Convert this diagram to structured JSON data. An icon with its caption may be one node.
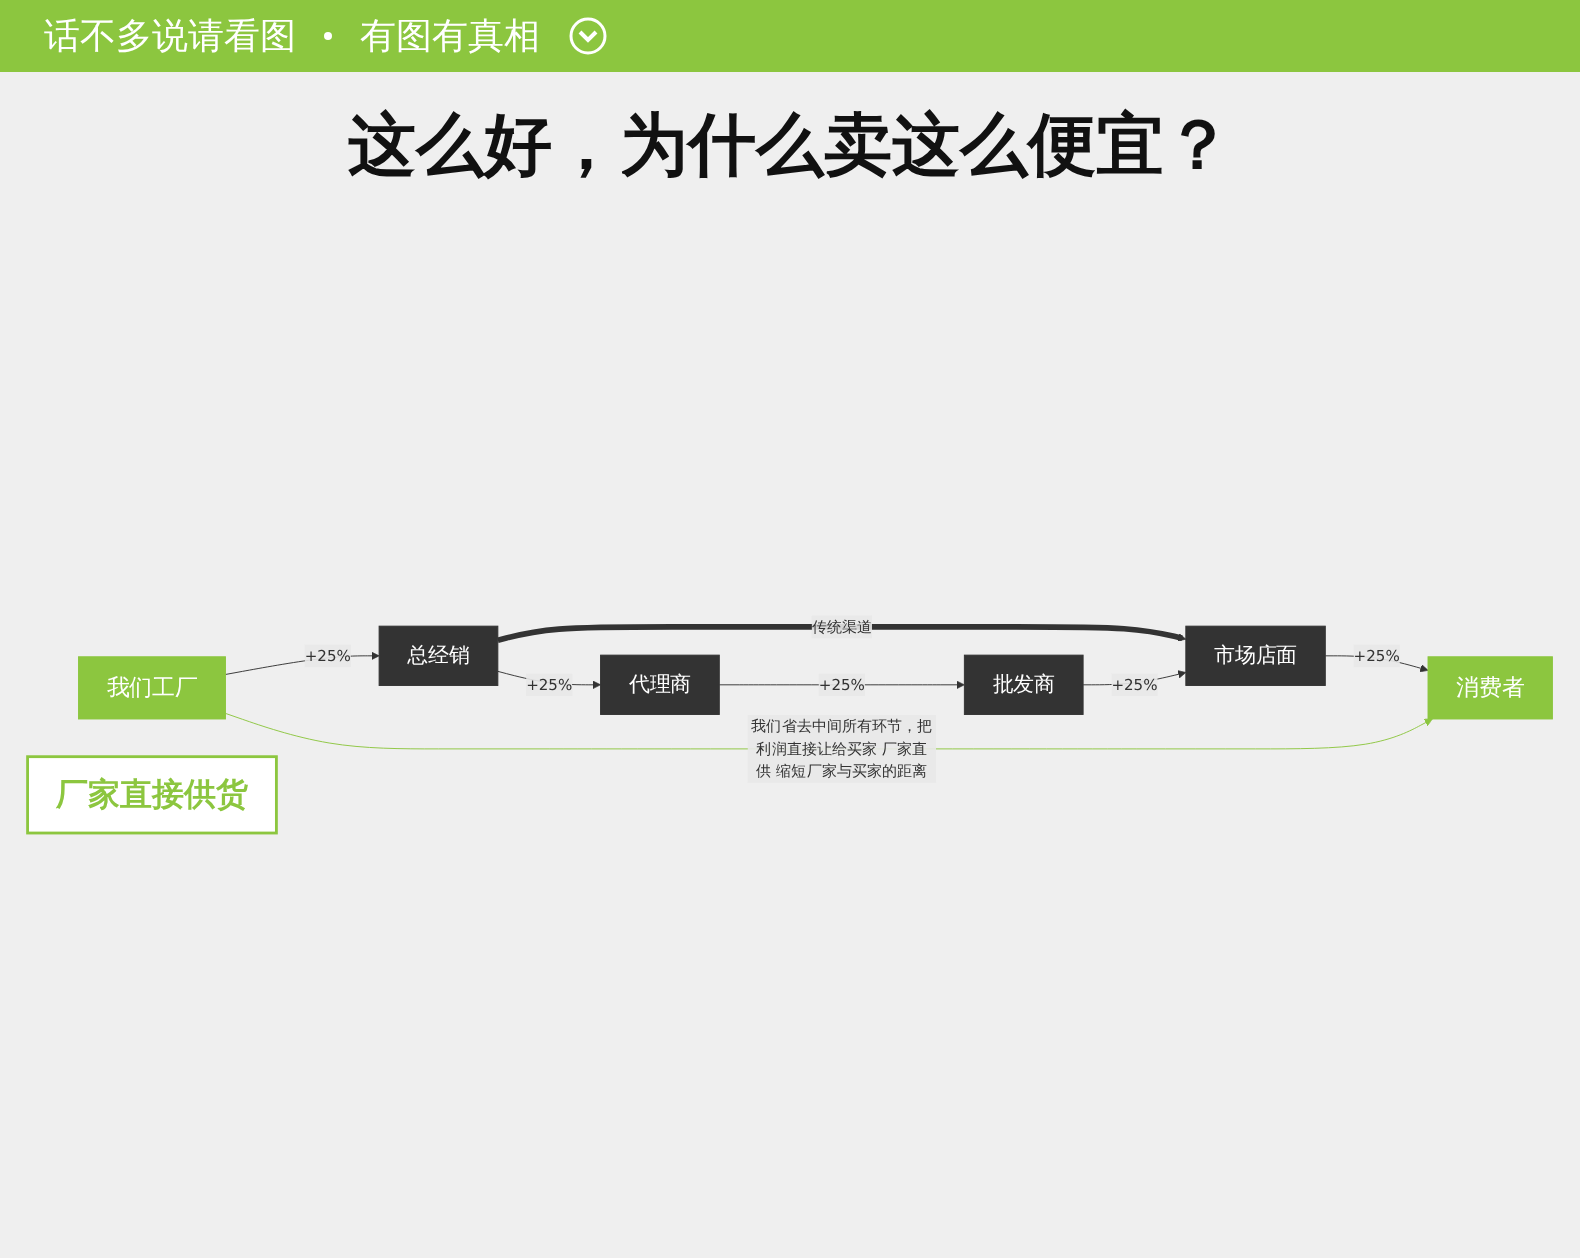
{
  "diagram": {
    "title": "这么好，为什么卖这么便宜？",
    "nodes": [
      {
        "text": [
          "总经销"
        ]
      },
      {
        "text": [
          "代理商"
        ]
      },
      {
        "text": [
          "批发商"
        ]
      },
      {
        "text": [
          "市场店面"
        ]
      },
      {
        "text": [
          "我们工厂"
        ]
      },
      {
        "text": [
          "消费者"
        ]
      },
      {
        "text": [
          "厂家直接供货"
        ]
      }
    ],
    "edges": [
      {
        "from": 0,
        "to": 3,
        "arrow": "to",
        "label": "传统渠道",
        "style": "thick"
      },
      {
        "from": 0,
        "to": 1,
        "arrow": "to",
        "label": "+25%"
      },
      {
        "from": 1,
        "to": 2,
        "arrow": "to",
        "label": "+25%"
      },
      {
        "from": 2,
        "to": 3,
        "arrow": "to",
        "label": "+25%"
      },
      {
        "from": 4,
        "to": 0,
        "arrow": "to",
        "label": "+25%"
      },
      {
        "from": 3,
        "to": 5,
        "arrow": "to",
        "label": "+25%"
      },
      {
        "from": 4,
        "to": 5,
        "arrow": "to",
        "label": "我们省去中间所有环节，把利润直接让给买家 厂家直供 缩短厂家与买家的距离",
        "color": "#8cc63f"
      }
    ],
    "labels": [
      "话不多说请看图",
      "有图有真相"
    ]
  }
}
